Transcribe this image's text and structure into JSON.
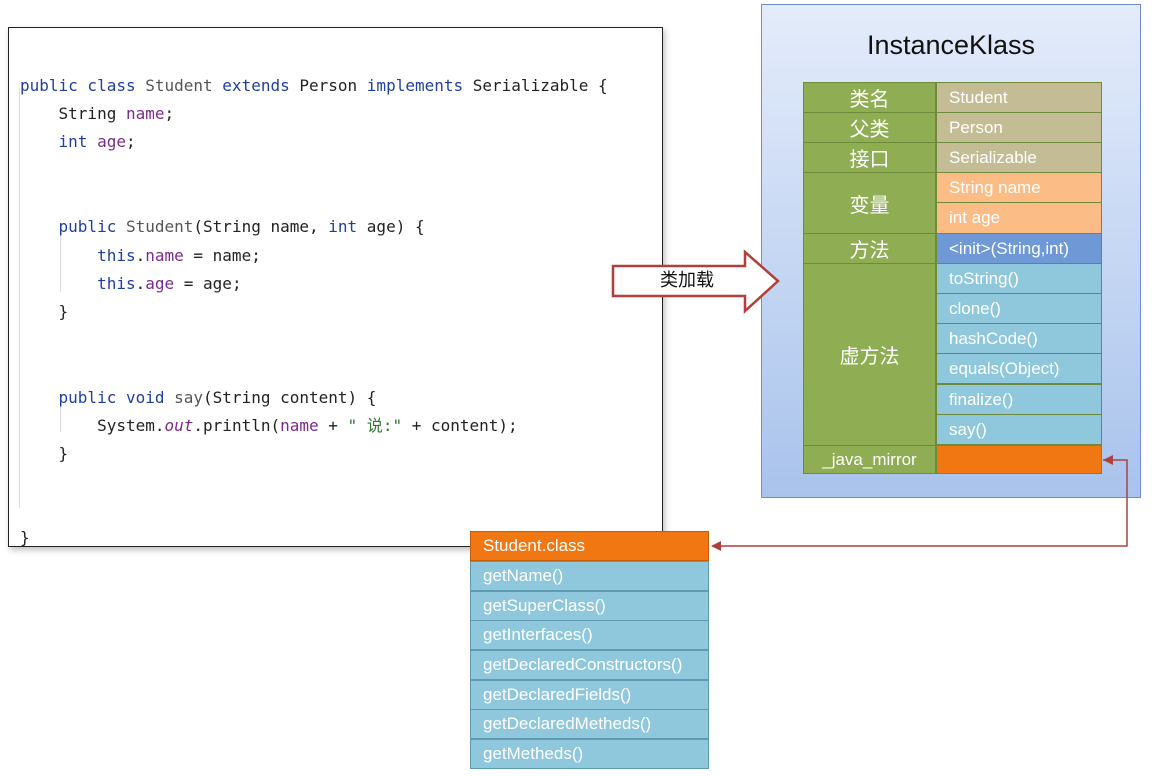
{
  "code": {
    "lines": [
      [
        {
          "t": "public class ",
          "c": "kw"
        },
        {
          "t": "Student ",
          "c": "cls"
        },
        {
          "t": "extends ",
          "c": "kw"
        },
        {
          "t": "Person ",
          "c": ""
        },
        {
          "t": "implements ",
          "c": "kw"
        },
        {
          "t": "Serializable {",
          "c": ""
        }
      ],
      [
        {
          "t": "    String ",
          "c": ""
        },
        {
          "t": "name",
          "c": "fld"
        },
        {
          "t": ";",
          "c": ""
        }
      ],
      [
        {
          "t": "    ",
          "c": ""
        },
        {
          "t": "int ",
          "c": "kw"
        },
        {
          "t": "age",
          "c": "fld"
        },
        {
          "t": ";",
          "c": ""
        }
      ],
      [],
      [],
      [
        {
          "t": "    ",
          "c": ""
        },
        {
          "t": "public ",
          "c": "kw"
        },
        {
          "t": "Student",
          "c": "cls"
        },
        {
          "t": "(String name, ",
          "c": ""
        },
        {
          "t": "int ",
          "c": "kw"
        },
        {
          "t": "age) {",
          "c": ""
        }
      ],
      [
        {
          "t": "        ",
          "c": ""
        },
        {
          "t": "this",
          "c": "kw"
        },
        {
          "t": ".",
          "c": ""
        },
        {
          "t": "name",
          "c": "fld"
        },
        {
          "t": " = name;",
          "c": ""
        }
      ],
      [
        {
          "t": "        ",
          "c": ""
        },
        {
          "t": "this",
          "c": "kw"
        },
        {
          "t": ".",
          "c": ""
        },
        {
          "t": "age",
          "c": "fld"
        },
        {
          "t": " = age;",
          "c": ""
        }
      ],
      [
        {
          "t": "    }",
          "c": ""
        }
      ],
      [],
      [],
      [],
      [
        {
          "t": "    ",
          "c": ""
        },
        {
          "t": "public void ",
          "c": "kw"
        },
        {
          "t": "say",
          "c": "cls"
        },
        {
          "t": "(String content) {",
          "c": ""
        }
      ],
      [
        {
          "t": "        System.",
          "c": ""
        },
        {
          "t": "out",
          "c": "it"
        },
        {
          "t": ".println(",
          "c": ""
        },
        {
          "t": "name",
          "c": "fld"
        },
        {
          "t": " + ",
          "c": ""
        },
        {
          "t": "\" 说:\"",
          "c": "str"
        },
        {
          "t": " + content);",
          "c": ""
        }
      ],
      [
        {
          "t": "    }",
          "c": ""
        }
      ],
      [],
      [],
      [],
      [
        {
          "t": "}",
          "c": ""
        }
      ]
    ]
  },
  "arrow": {
    "label": "类加载"
  },
  "klass": {
    "title": "InstanceKlass",
    "class_name_label": "类名",
    "class_name": "Student",
    "super_label": "父类",
    "super": "Person",
    "interface_label": "接口",
    "interface": "Serializable",
    "fields_label": "变量",
    "fields": [
      "String name",
      "int age"
    ],
    "methods_label": "方法",
    "methods": [
      "<init>(String,int)"
    ],
    "vmethods_label": "虚方法",
    "vmethods": [
      "toString()",
      "clone()",
      "hashCode()",
      "equals(Object)",
      "finalize()",
      "say()"
    ],
    "mirror_label": "_java_mirror",
    "mirror_value": ""
  },
  "class_object": {
    "header": "Student.class",
    "methods": [
      "getName()",
      "getSuperClass()",
      "getInterfaces()",
      "getDeclaredConstructors()",
      "getDeclaredFields()",
      "getDeclaredMetheds()",
      "getMetheds()"
    ]
  },
  "colors": {
    "label_green": "#8fad52",
    "tan": "#c4bc94",
    "peach": "#fbbc85",
    "steel_blue": "#6f99d6",
    "sky_blue": "#8fc8dd",
    "orange": "#f07712",
    "arrow_red": "#b0403a"
  }
}
